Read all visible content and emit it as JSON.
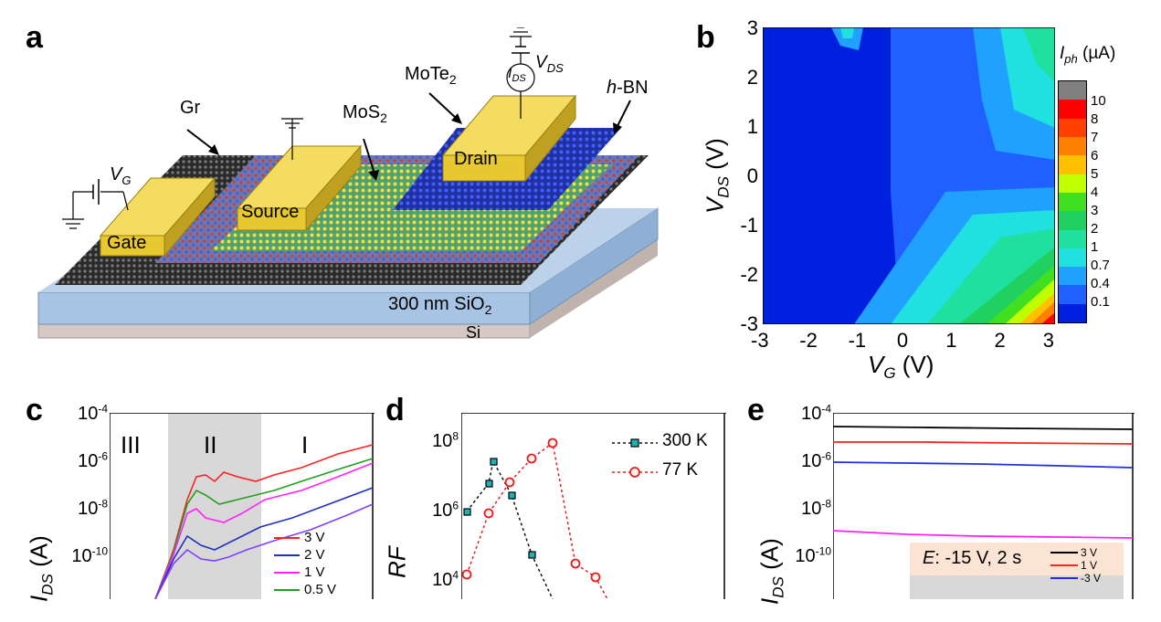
{
  "panel_a": {
    "letter": "a",
    "labels": {
      "gr": "Gr",
      "mos2": "MoS",
      "mos2_sub": "2",
      "mote2": "MoTe",
      "mote2_sub": "2",
      "hbn_prefix": "h",
      "hbn_rest": "-BN",
      "gate": "Gate",
      "source": "Source",
      "drain": "Drain",
      "vg": "V",
      "vg_sub": "G",
      "vds": "V",
      "vds_sub": "DS",
      "ids": "I",
      "ids_sub": "DS",
      "sio2": "300 nm SiO",
      "sio2_sub": "2",
      "si": "Si"
    }
  },
  "panel_b": {
    "letter": "b",
    "colorbar_title": "I",
    "colorbar_title_sub": "ph",
    "colorbar_unit": " (µA)",
    "colorbar_levels": [
      "10",
      "8",
      "7",
      "6",
      "5",
      "4",
      "3",
      "2",
      "1",
      "0.7",
      "0.4",
      "0.1"
    ],
    "colorbar_colors": [
      "#808080",
      "#ff0000",
      "#ff4000",
      "#ff8000",
      "#ffc000",
      "#c0ff00",
      "#40e020",
      "#20d060",
      "#20e0a0",
      "#20e0e0",
      "#20a0ff",
      "#2060ff",
      "#0020e0"
    ],
    "xlabel_var": "V",
    "xlabel_sub": "G",
    "xlabel_unit": " (V)",
    "ylabel_var": "V",
    "ylabel_sub": "DS",
    "ylabel_unit": " (V)",
    "x_ticks": [
      "-3",
      "-2",
      "-1",
      "0",
      "1",
      "2",
      "3"
    ],
    "y_ticks": [
      "3",
      "2",
      "1",
      "0",
      "-1",
      "-2",
      "-3"
    ]
  },
  "panel_c": {
    "letter": "c",
    "regions": [
      "III",
      "II",
      "I"
    ],
    "y_ticks": [
      {
        "base": "10",
        "exp": "-4"
      },
      {
        "base": "10",
        "exp": "-6"
      },
      {
        "base": "10",
        "exp": "-8"
      },
      {
        "base": "10",
        "exp": "-10"
      }
    ],
    "ylabel_var": "I",
    "ylabel_sub": "DS",
    "ylabel_unit": " (A)",
    "legend": [
      {
        "label": "3 V",
        "color": "#ff2020"
      },
      {
        "label": "2 V",
        "color": "#2030c0"
      },
      {
        "label": "1 V",
        "color": "#ff20ff"
      },
      {
        "label": "0.5 V",
        "color": "#20a020"
      }
    ]
  },
  "panel_d": {
    "letter": "d",
    "ylabel": "RF",
    "y_ticks": [
      {
        "base": "10",
        "exp": "8"
      },
      {
        "base": "10",
        "exp": "6"
      },
      {
        "base": "10",
        "exp": "4"
      }
    ],
    "legend": [
      {
        "label": "300 K",
        "color": "#101010",
        "marker": "#20b0b0"
      },
      {
        "label": "77 K",
        "color": "#e02020",
        "marker": "#e02020"
      }
    ]
  },
  "panel_e": {
    "letter": "e",
    "y_ticks": [
      {
        "base": "10",
        "exp": "-4"
      },
      {
        "base": "10",
        "exp": "-6"
      },
      {
        "base": "10",
        "exp": "-8"
      },
      {
        "base": "10",
        "exp": "-10"
      }
    ],
    "ylabel_var": "I",
    "ylabel_sub": "DS",
    "ylabel_unit": " (A)",
    "box_e": "E",
    "box_text": ": -15 V, 2 s",
    "legend": [
      {
        "label": "3 V",
        "color": "#000000"
      },
      {
        "label": "1 V",
        "color": "#ff2020"
      },
      {
        "label": "-3 V",
        "color": "#2030e0"
      }
    ]
  }
}
